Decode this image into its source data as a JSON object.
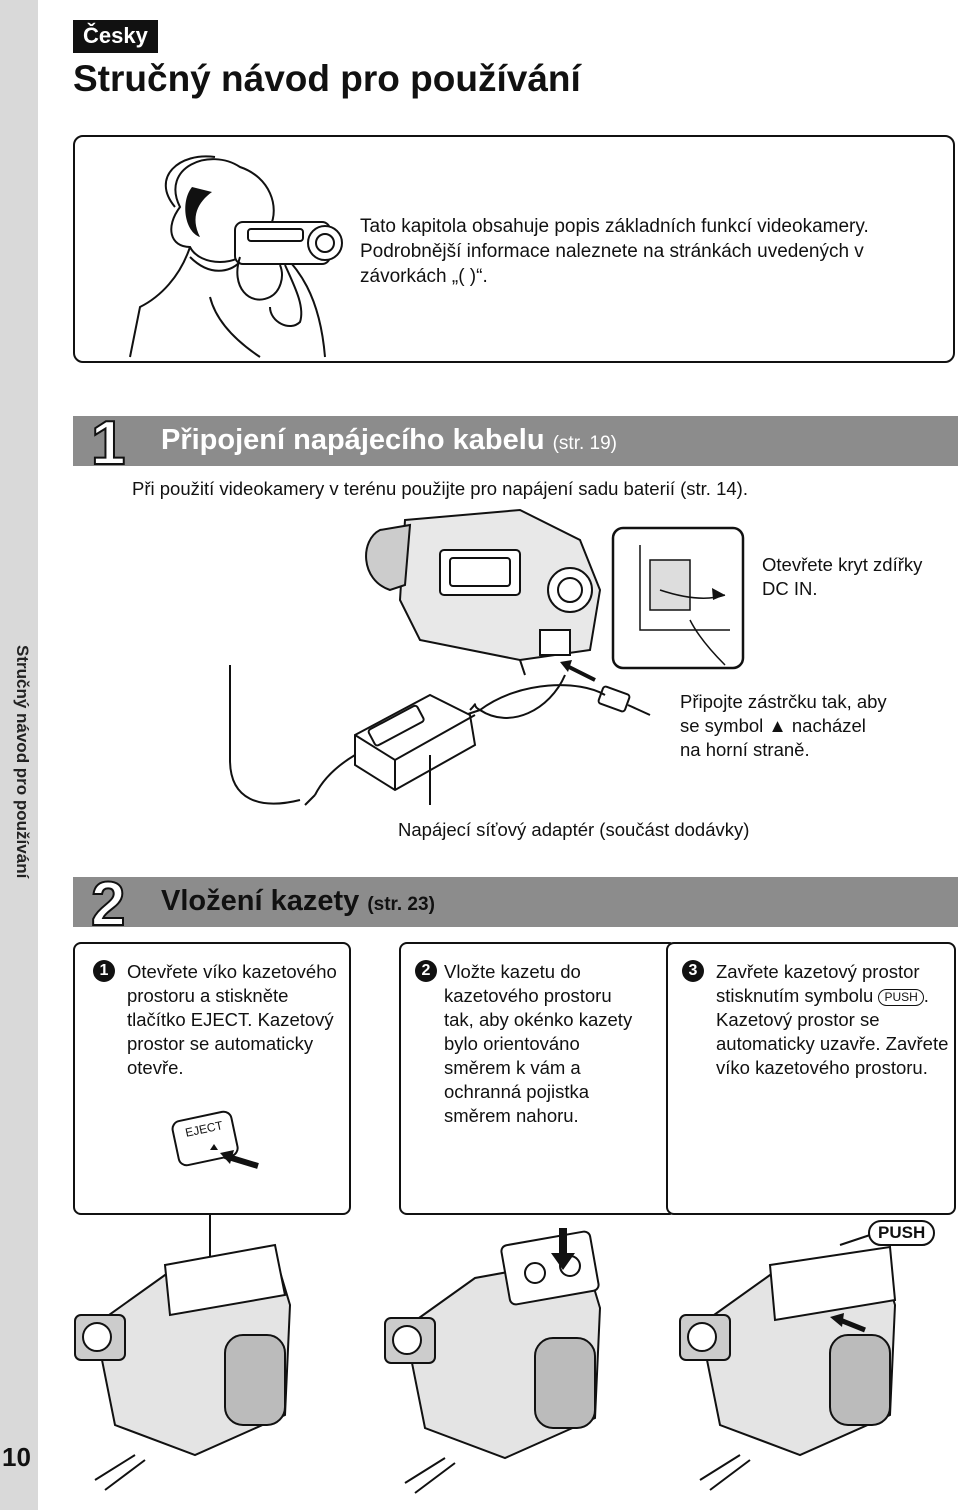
{
  "sidebar": {
    "label": "Stručný návod pro používání",
    "page_number": "10"
  },
  "header": {
    "language_tab": "Česky",
    "title": "Stručný návod pro používání"
  },
  "intro": {
    "text": "Tato kapitola obsahuje popis základních funkcí videokamery. Podrobnější informace naleznete na stránkách uvedených v závorkách „( )“."
  },
  "step1": {
    "number": "1",
    "title": "Připojení napájecího kabelu",
    "ref": "(str. 19)",
    "note": "Při použití videokamery v terénu použijte pro napájení sadu baterií (str. 14).",
    "label_open_cover": "Otevřete kryt zdířky DC IN.",
    "label_plug": "Připojte zástrčku tak, aby se symbol ▲ nacházel na horní straně.",
    "label_adapter": "Napájecí síťový adaptér (součást dodávky)"
  },
  "step2": {
    "number": "2",
    "title": "Vložení kazety",
    "ref": "(str. 23)",
    "cards": [
      {
        "num": "1",
        "text": "Otevřete víko kazetového prostoru a stiskněte tlačítko EJECT. Kazetový prostor se automaticky otevře.",
        "eject_label": "EJECT"
      },
      {
        "num": "2",
        "text": "Vložte kazetu do kazetového prostoru tak, aby okénko kazety bylo orientováno směrem k vám a ochranná pojistka směrem nahoru."
      },
      {
        "num": "3",
        "text_a": "Zavřete kazetový prostor stisknutím symbolu",
        "push": "PUSH",
        "text_b": ". Kazetový prostor se automaticky uzavře. Zavřete víko kazetového prostoru."
      }
    ],
    "push_label": "PUSH"
  }
}
